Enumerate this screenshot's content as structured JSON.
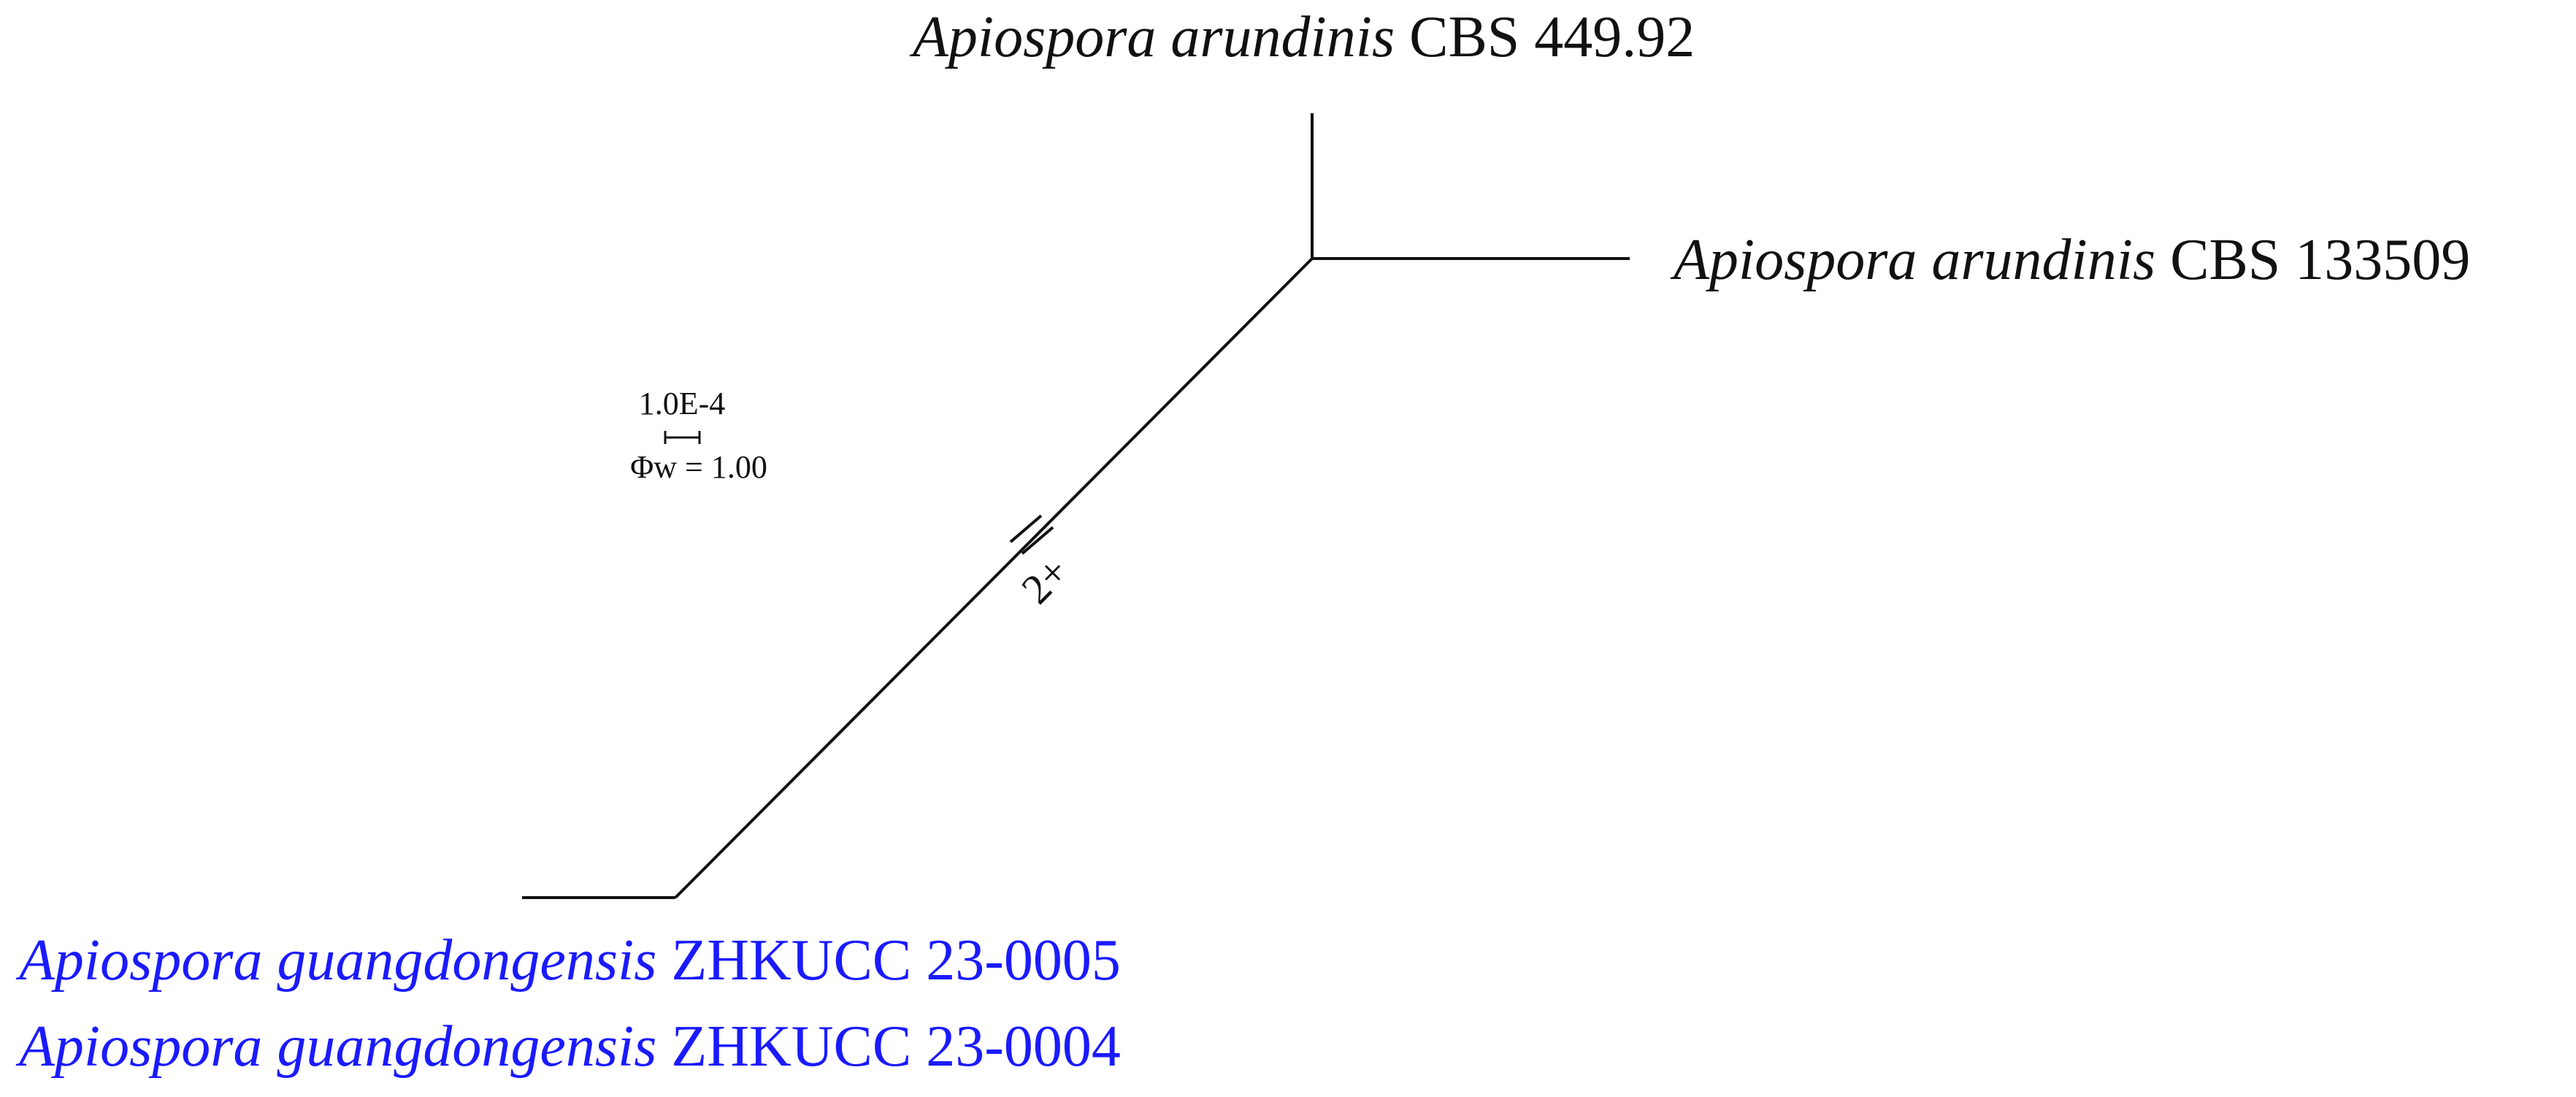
{
  "network": {
    "taxa": [
      {
        "id": "t1",
        "genus_species": "Apiospora arundinis",
        "strain": "CBS 449.92",
        "color": "#111111"
      },
      {
        "id": "t2",
        "genus_species": "Apiospora arundinis",
        "strain": "CBS 133509",
        "color": "#111111"
      },
      {
        "id": "t3",
        "genus_species": "Apiospora guangdongensis",
        "strain": "ZHKUCC 23-0005",
        "color": "#1a1aff"
      },
      {
        "id": "t4",
        "genus_species": "Apiospora guangdongensis",
        "strain": "ZHKUCC 23-0004",
        "color": "#1a1aff"
      }
    ],
    "scale": {
      "value": "1.0E-4",
      "phi_label": "Φw = 1.00"
    },
    "break_marker": "2+"
  }
}
